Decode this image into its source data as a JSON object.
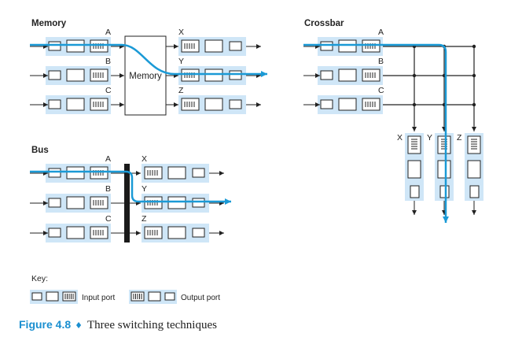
{
  "sections": {
    "memory": "Memory",
    "crossbar": "Crossbar",
    "bus": "Bus",
    "memory_box": "Memory"
  },
  "ports": {
    "input": [
      "A",
      "B",
      "C"
    ],
    "output": [
      "X",
      "Y",
      "Z"
    ]
  },
  "key": {
    "title": "Key:",
    "input_port": "Input port",
    "output_port": "Output port"
  },
  "caption": {
    "figure": "Figure 4.8",
    "separator": "♦",
    "text": "Three switching techniques"
  },
  "colors": {
    "port_bg": "#cfe6f7",
    "packet_path": "#1b9ad6",
    "caption_accent": "#1b8fd0",
    "line": "#222222"
  }
}
